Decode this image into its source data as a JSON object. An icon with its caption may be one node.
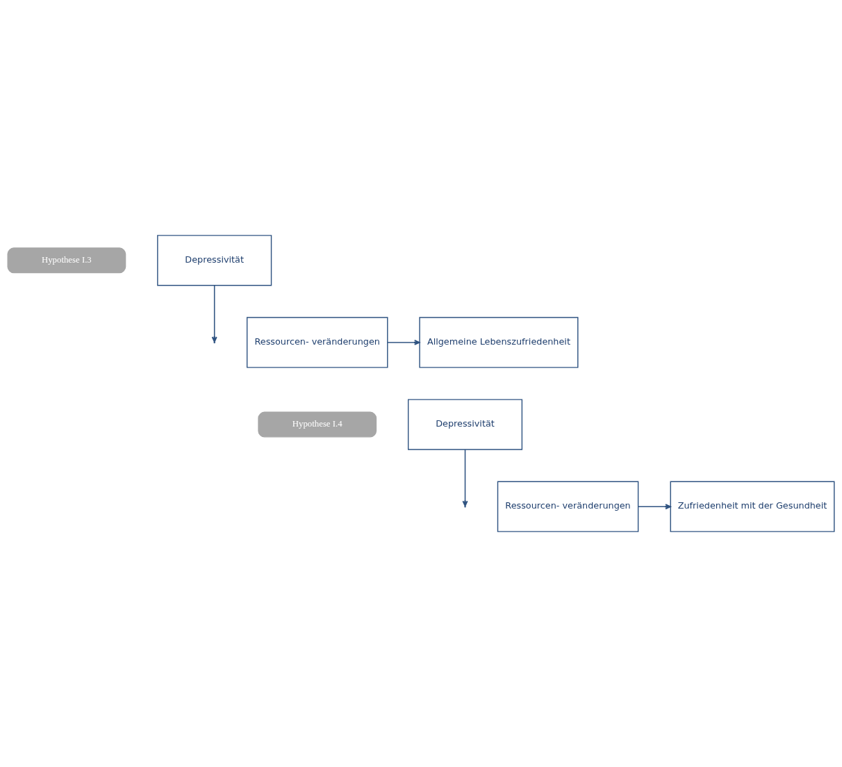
{
  "diagram": {
    "nodes": [
      {
        "text": [
          "Hypothese I.3"
        ]
      },
      {
        "text": [
          "Depressivität"
        ]
      },
      {
        "text": [
          "Ressourcen- veränderungen"
        ]
      },
      {
        "text": [
          "Allgemeine Lebenszufriedenheit"
        ]
      },
      {
        "text": [
          "Hypothese I.4"
        ]
      },
      {
        "text": [
          "Depressivität"
        ]
      },
      {
        "text": [
          "Ressourcen- veränderungen"
        ]
      },
      {
        "text": [
          "Zufriedenheit mit der Gesundheit"
        ]
      }
    ],
    "edges": [
      {
        "from": 2,
        "to": 3,
        "arrow": "to"
      },
      {
        "from": 1,
        "to": null,
        "arrow": "to"
      },
      {
        "from": 6,
        "to": 7,
        "arrow": "to"
      },
      {
        "from": 5,
        "to": null,
        "arrow": "to"
      }
    ]
  }
}
